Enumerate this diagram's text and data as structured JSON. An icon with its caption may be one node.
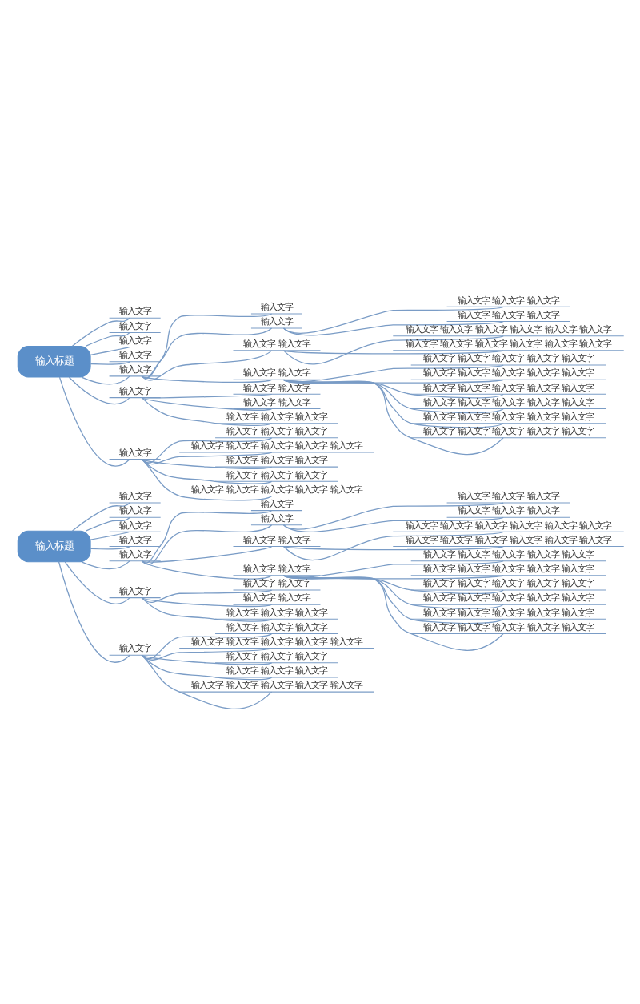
{
  "diagram": {
    "nodes": [
      {
        "text": [
          "输入标题"
        ]
      },
      {
        "text": [
          "输入文字"
        ]
      },
      {
        "text": [
          "输入文字"
        ]
      },
      {
        "text": [
          "输入文字"
        ]
      },
      {
        "text": [
          "输入文字"
        ]
      },
      {
        "text": [
          "输入文字"
        ]
      },
      {
        "text": [
          "输入文字"
        ]
      },
      {
        "text": [
          "输入文字"
        ]
      },
      {
        "text": [
          "输入文字 输入文字 输入文字"
        ]
      },
      {
        "text": [
          "输入文字 输入文字 输入文字"
        ]
      },
      {
        "text": [
          "输入文字 输入文字"
        ]
      },
      {
        "text": [
          "输入文字 输入文字 输入文字 输入文字 输入文字 输入文字"
        ]
      },
      {
        "text": [
          "输入文字 输入文字 输入文字 输入文字 输入文字 输入文字"
        ]
      },
      {
        "text": [
          "输入文字 输入文字"
        ]
      },
      {
        "text": [
          "输入文字 输入文字 输入文字 输入文字 输入文字"
        ]
      },
      {
        "text": [
          "输入文字 输入文字 输入文字 输入文字 输入文字"
        ]
      },
      {
        "text": [
          "输入文字 输入文字 输入文字 输入文字 输入文字"
        ]
      },
      {
        "text": [
          "输入文字 输入文字 输入文字 输入文字 输入文字"
        ]
      },
      {
        "text": [
          "输入文字 输入文字 输入文字 输入文字 输入文字"
        ]
      },
      {
        "text": [
          "输入文字 输入文字 输入文字 输入文字 输入文字"
        ]
      },
      {
        "text": [
          "输入文字"
        ]
      },
      {
        "text": [
          "输入文字 输入文字"
        ]
      },
      {
        "text": [
          "输入文字 输入文字"
        ]
      },
      {
        "text": [
          "输入文字 输入文字 输入文字"
        ]
      },
      {
        "text": [
          "输入文字"
        ]
      },
      {
        "text": [
          "输入文字 输入文字 输入文字"
        ]
      },
      {
        "text": [
          "输入文字 输入文字 输入文字 输入文字 输入文字"
        ]
      },
      {
        "text": [
          "输入文字 输入文字 输入文字"
        ]
      },
      {
        "text": [
          "输入文字 输入文字 输入文字"
        ]
      },
      {
        "text": [
          "输入文字 输入文字 输入文字 输入文字 输入文字"
        ]
      },
      {
        "text": [
          "输入标题"
        ]
      },
      {
        "text": [
          "输入文字"
        ]
      },
      {
        "text": [
          "输入文字"
        ]
      },
      {
        "text": [
          "输入文字"
        ]
      },
      {
        "text": [
          "输入文字"
        ]
      },
      {
        "text": [
          "输入文字"
        ]
      },
      {
        "text": [
          "输入文字"
        ]
      },
      {
        "text": [
          "输入文字"
        ]
      },
      {
        "text": [
          "输入文字 输入文字 输入文字"
        ]
      },
      {
        "text": [
          "输入文字 输入文字 输入文字"
        ]
      },
      {
        "text": [
          "输入文字 输入文字"
        ]
      },
      {
        "text": [
          "输入文字 输入文字 输入文字 输入文字 输入文字 输入文字"
        ]
      },
      {
        "text": [
          "输入文字 输入文字 输入文字 输入文字 输入文字 输入文字"
        ]
      },
      {
        "text": [
          "输入文字 输入文字"
        ]
      },
      {
        "text": [
          "输入文字 输入文字 输入文字 输入文字 输入文字"
        ]
      },
      {
        "text": [
          "输入文字 输入文字 输入文字 输入文字 输入文字"
        ]
      },
      {
        "text": [
          "输入文字 输入文字 输入文字 输入文字 输入文字"
        ]
      },
      {
        "text": [
          "输入文字 输入文字 输入文字 输入文字 输入文字"
        ]
      },
      {
        "text": [
          "输入文字 输入文字 输入文字 输入文字 输入文字"
        ]
      },
      {
        "text": [
          "输入文字 输入文字 输入文字 输入文字 输入文字"
        ]
      },
      {
        "text": [
          "输入文字"
        ]
      },
      {
        "text": [
          "输入文字 输入文字"
        ]
      },
      {
        "text": [
          "输入文字 输入文字"
        ]
      },
      {
        "text": [
          "输入文字 输入文字 输入文字"
        ]
      },
      {
        "text": [
          "输入文字"
        ]
      },
      {
        "text": [
          "输入文字 输入文字 输入文字"
        ]
      },
      {
        "text": [
          "输入文字 输入文字 输入文字 输入文字 输入文字"
        ]
      },
      {
        "text": [
          "输入文字 输入文字 输入文字"
        ]
      },
      {
        "text": [
          "输入文字 输入文字 输入文字"
        ]
      },
      {
        "text": [
          "输入文字 输入文字 输入文字 输入文字 输入文字"
        ]
      }
    ],
    "edges": [
      {
        "from": 0,
        "to": 1,
        "arrow": "none"
      },
      {
        "from": 0,
        "to": 2,
        "arrow": "none"
      },
      {
        "from": 0,
        "to": 3,
        "arrow": "none"
      },
      {
        "from": 0,
        "to": 4,
        "arrow": "none"
      },
      {
        "from": 0,
        "to": 5,
        "arrow": "none"
      },
      {
        "from": 5,
        "to": 6,
        "arrow": "none"
      },
      {
        "from": 5,
        "to": 7,
        "arrow": "none"
      },
      {
        "from": 7,
        "to": 8,
        "arrow": "none"
      },
      {
        "from": 7,
        "to": 9,
        "arrow": "none"
      },
      {
        "from": 5,
        "to": 10,
        "arrow": "none"
      },
      {
        "from": 10,
        "to": 11,
        "arrow": "none"
      },
      {
        "from": 10,
        "to": 12,
        "arrow": "none"
      },
      {
        "from": 5,
        "to": 13,
        "arrow": "none"
      },
      {
        "from": 13,
        "to": 14,
        "arrow": "none"
      },
      {
        "from": 13,
        "to": 15,
        "arrow": "none"
      },
      {
        "from": 13,
        "to": 16,
        "arrow": "none"
      },
      {
        "from": 13,
        "to": 17,
        "arrow": "none"
      },
      {
        "from": 13,
        "to": 18,
        "arrow": "none"
      },
      {
        "from": 13,
        "to": 19,
        "arrow": "none"
      },
      {
        "from": 0,
        "to": 20,
        "arrow": "none"
      },
      {
        "from": 20,
        "to": 21,
        "arrow": "none"
      },
      {
        "from": 20,
        "to": 22,
        "arrow": "none"
      },
      {
        "from": 20,
        "to": 23,
        "arrow": "none"
      },
      {
        "from": 0,
        "to": 24,
        "arrow": "none"
      },
      {
        "from": 24,
        "to": 25,
        "arrow": "none"
      },
      {
        "from": 24,
        "to": 26,
        "arrow": "none"
      },
      {
        "from": 24,
        "to": 27,
        "arrow": "none"
      },
      {
        "from": 24,
        "to": 28,
        "arrow": "none"
      },
      {
        "from": 24,
        "to": 29,
        "arrow": "none"
      },
      {
        "from": 30,
        "to": 31,
        "arrow": "none"
      },
      {
        "from": 30,
        "to": 32,
        "arrow": "none"
      },
      {
        "from": 30,
        "to": 33,
        "arrow": "none"
      },
      {
        "from": 30,
        "to": 34,
        "arrow": "none"
      },
      {
        "from": 30,
        "to": 35,
        "arrow": "none"
      },
      {
        "from": 35,
        "to": 36,
        "arrow": "none"
      },
      {
        "from": 35,
        "to": 37,
        "arrow": "none"
      },
      {
        "from": 37,
        "to": 38,
        "arrow": "none"
      },
      {
        "from": 37,
        "to": 39,
        "arrow": "none"
      },
      {
        "from": 35,
        "to": 40,
        "arrow": "none"
      },
      {
        "from": 40,
        "to": 41,
        "arrow": "none"
      },
      {
        "from": 40,
        "to": 42,
        "arrow": "none"
      },
      {
        "from": 35,
        "to": 43,
        "arrow": "none"
      },
      {
        "from": 43,
        "to": 44,
        "arrow": "none"
      },
      {
        "from": 43,
        "to": 45,
        "arrow": "none"
      },
      {
        "from": 43,
        "to": 46,
        "arrow": "none"
      },
      {
        "from": 43,
        "to": 47,
        "arrow": "none"
      },
      {
        "from": 43,
        "to": 48,
        "arrow": "none"
      },
      {
        "from": 43,
        "to": 49,
        "arrow": "none"
      },
      {
        "from": 30,
        "to": 50,
        "arrow": "none"
      },
      {
        "from": 50,
        "to": 51,
        "arrow": "none"
      },
      {
        "from": 50,
        "to": 52,
        "arrow": "none"
      },
      {
        "from": 50,
        "to": 53,
        "arrow": "none"
      },
      {
        "from": 30,
        "to": 54,
        "arrow": "none"
      },
      {
        "from": 54,
        "to": 55,
        "arrow": "none"
      },
      {
        "from": 54,
        "to": 56,
        "arrow": "none"
      },
      {
        "from": 54,
        "to": 57,
        "arrow": "none"
      },
      {
        "from": 54,
        "to": 58,
        "arrow": "none"
      },
      {
        "from": 54,
        "to": 59,
        "arrow": "none"
      }
    ]
  }
}
